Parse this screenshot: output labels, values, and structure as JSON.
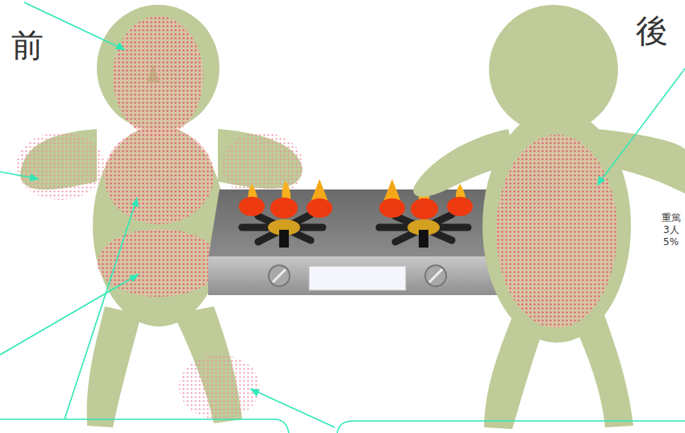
{
  "diagram": {
    "labels": [
      "前",
      "後",
      "重篤",
      "3人",
      "5%"
    ]
  }
}
